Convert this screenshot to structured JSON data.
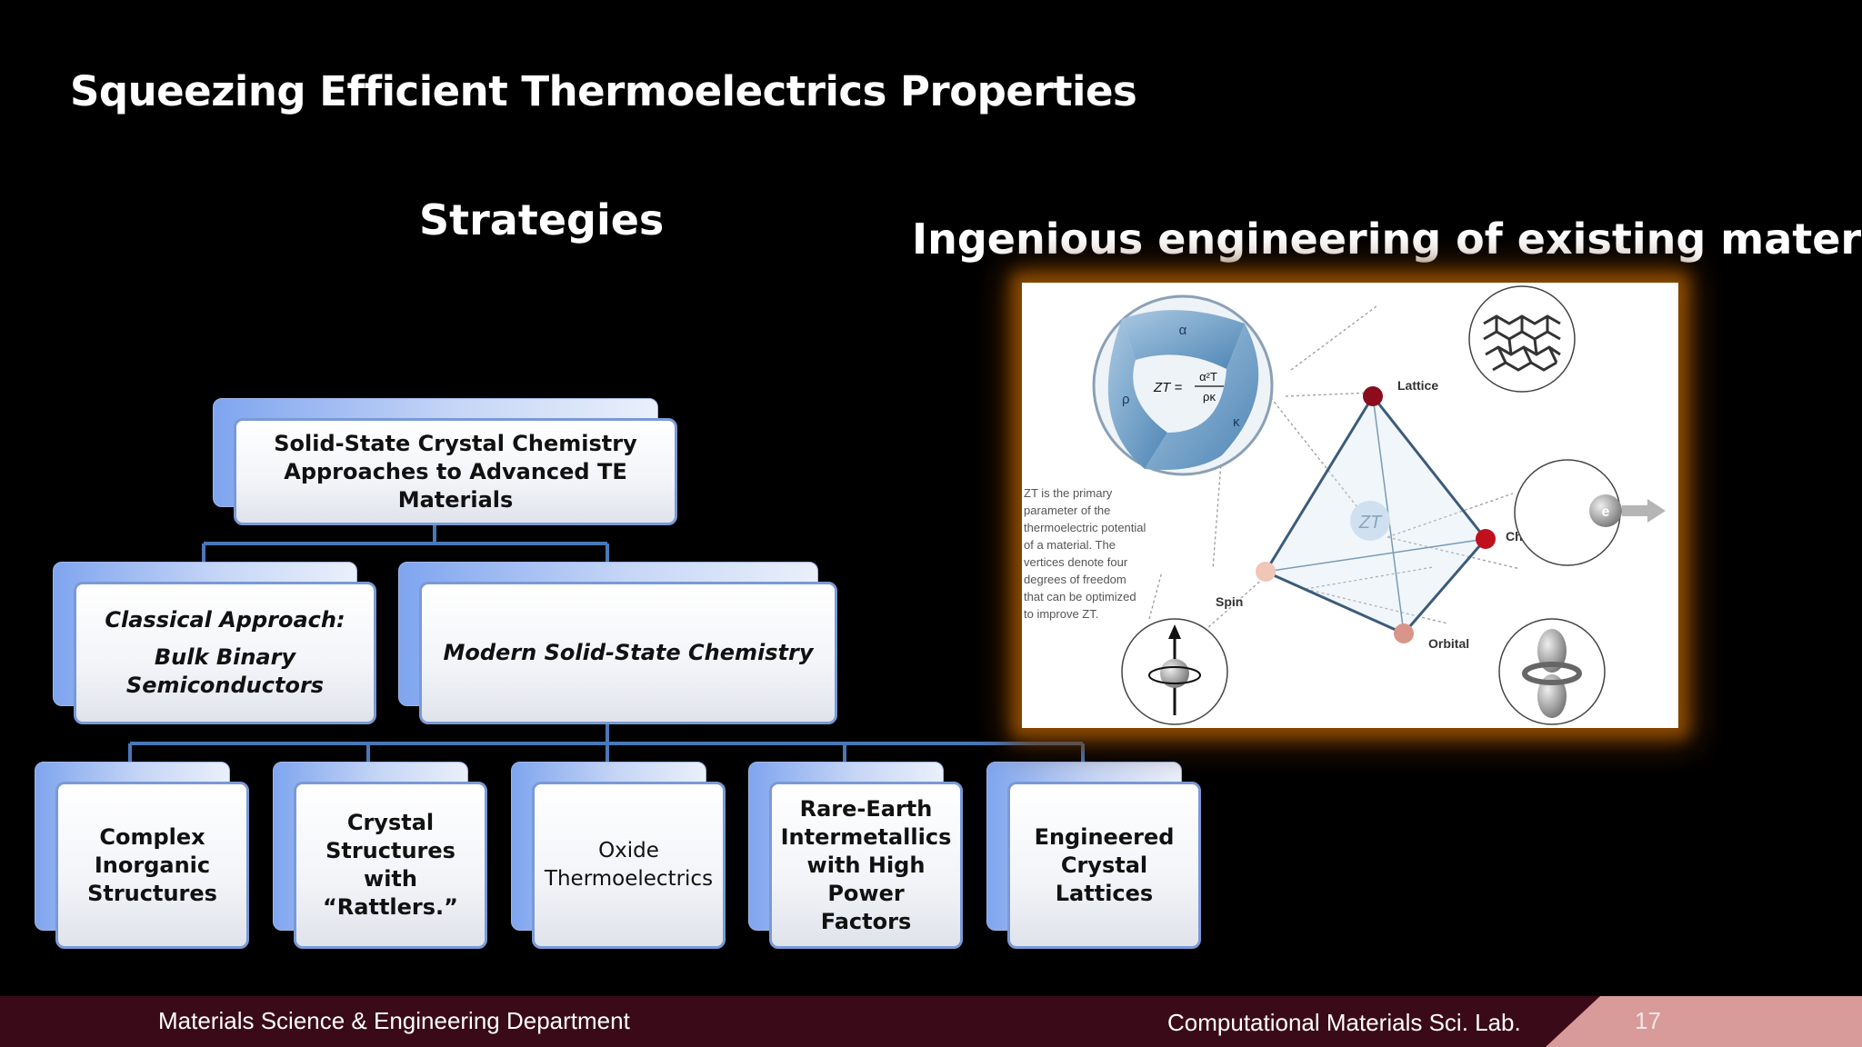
{
  "slide": {
    "title": "Squeezing Efficient Thermoelectrics Properties",
    "left_heading": "Strategies",
    "right_heading": "Ingenious engineering of existing materials"
  },
  "diagram": {
    "root": {
      "line1": "Solid-State Crystal Chemistry",
      "line2": "Approaches to Advanced TE Materials"
    },
    "classical": {
      "line1": "Classical Approach:",
      "line2": "Bulk Binary",
      "line3": "Semiconductors"
    },
    "modern": {
      "label": "Modern Solid-State Chemistry"
    },
    "leaves": [
      {
        "lines": [
          "Complex",
          "Inorganic",
          "Structures"
        ]
      },
      {
        "lines": [
          "Crystal",
          "Structures with",
          "“Rattlers.”"
        ]
      },
      {
        "lines": [
          "Oxide",
          "Thermoelectrics"
        ]
      },
      {
        "lines": [
          "Rare-Earth",
          "Intermetallics",
          "with High",
          "Power Factors"
        ]
      },
      {
        "lines": [
          "Engineered",
          "Crystal Lattices"
        ]
      }
    ]
  },
  "figure": {
    "formula_lhs": "ZT =",
    "formula_num": "α²T",
    "formula_den": "ρκ",
    "alpha": "α",
    "rho": "ρ",
    "kappa": "κ",
    "center_label": "ZT",
    "vertices": {
      "lattice": "Lattice",
      "charge": "Charge",
      "spin": "Spin",
      "orbital": "Orbital"
    },
    "electron_symbol": "e",
    "caption_lines": [
      "ZT is the primary",
      "parameter of the",
      "thermoelectric potential",
      "of a material.  The",
      "vertices denote four",
      "degrees of freedom",
      "that can be optimized",
      "to improve ZT."
    ]
  },
  "footer": {
    "department": "Materials Science & Engineering Department",
    "lab": "Computational Materials Sci. Lab.",
    "page": "17"
  },
  "colors": {
    "background": "#000000",
    "footer_bg": "#3a0a18",
    "page_tab": "#d99a9a",
    "connector": "#4a78b8",
    "node_border": "#7a99d6",
    "vertex_dark": "#8b0c1c",
    "vertex_light": "#e8b6a8"
  }
}
